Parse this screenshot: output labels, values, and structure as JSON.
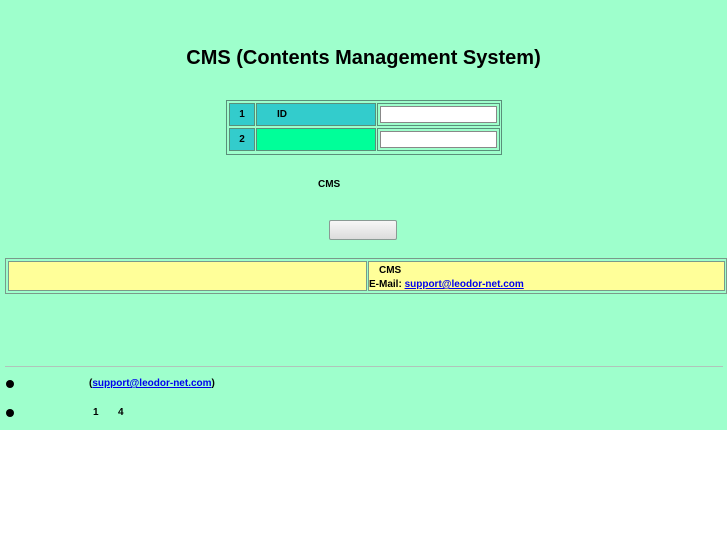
{
  "page": {
    "title": "CMS (Contents Management System)",
    "background_color": "#9effcc"
  },
  "login": {
    "rows": [
      {
        "number": "1",
        "label": "ID",
        "value": ""
      },
      {
        "number": "2",
        "label": "",
        "value": ""
      }
    ],
    "note": "CMS",
    "button_label": ""
  },
  "contact": {
    "left_text": "",
    "cms_label": "CMS",
    "email_label": "E-Mail:",
    "email": "support@leodor-net.com"
  },
  "notes": [
    {
      "prefix": "(",
      "link": "support@leodor-net.com",
      "suffix": ")"
    },
    {
      "num_a": "1",
      "num_b": "4"
    }
  ]
}
